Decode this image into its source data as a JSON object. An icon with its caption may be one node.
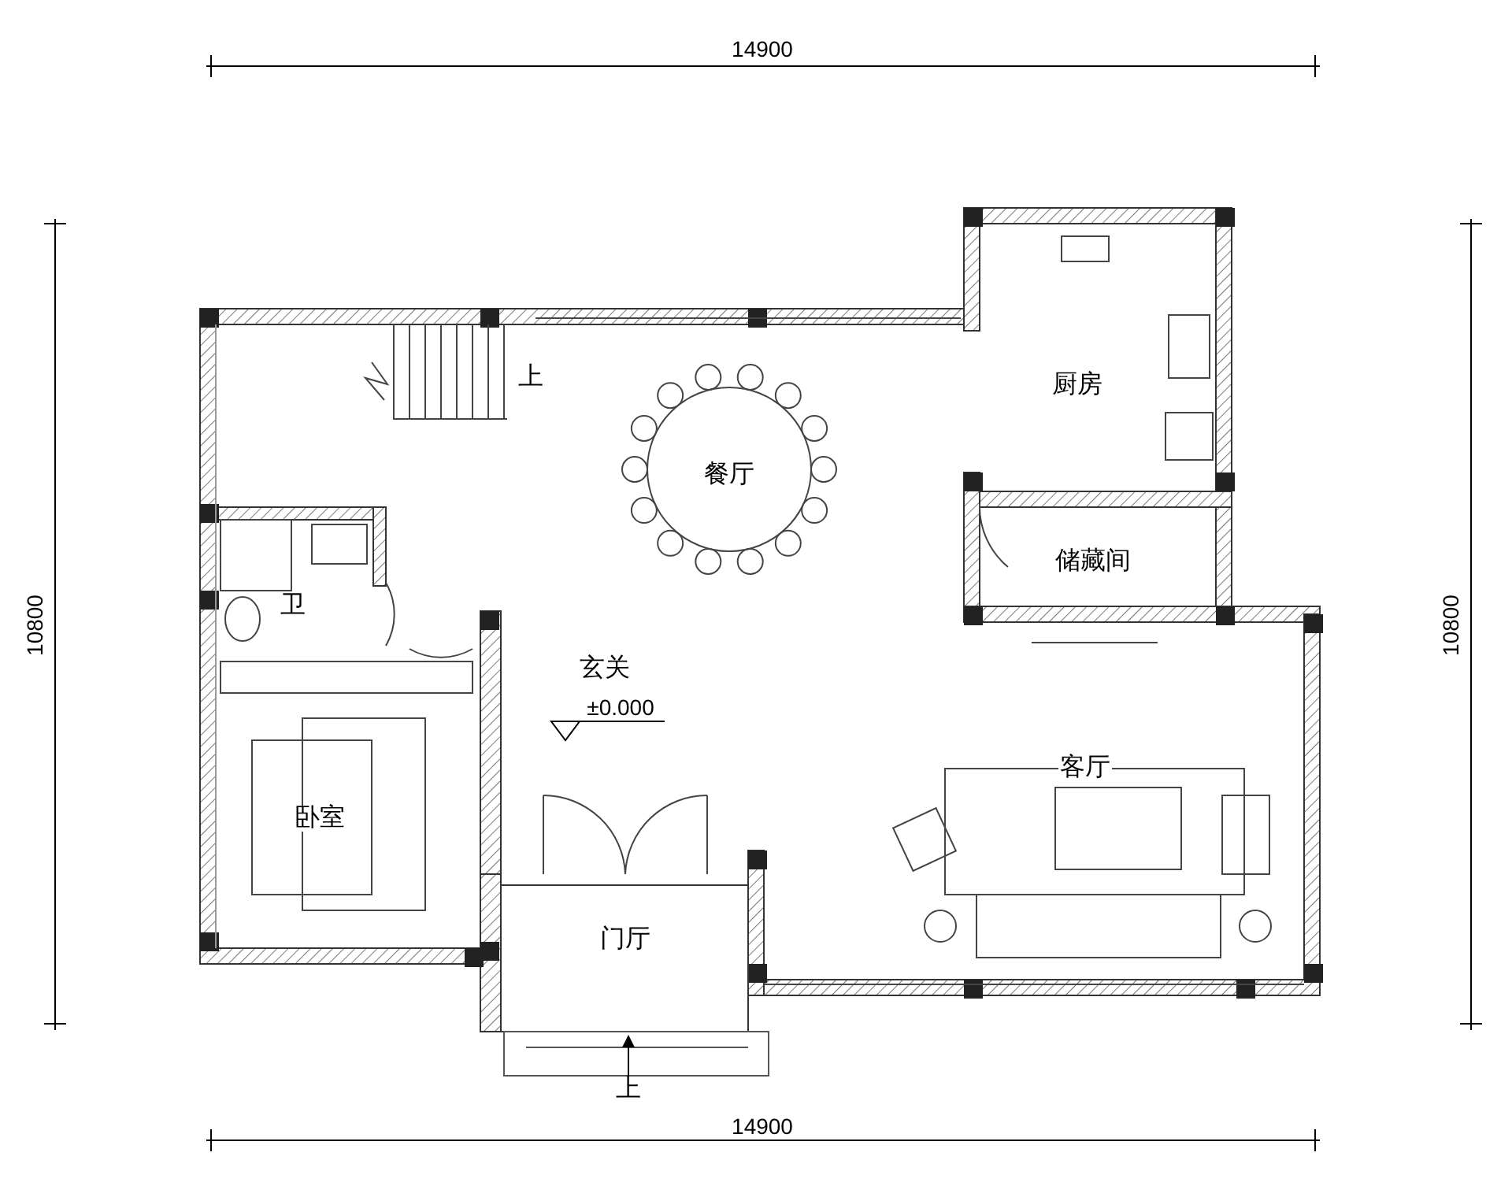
{
  "diagram": {
    "labels": [
      "14900",
      "10800",
      "10800",
      "上",
      "餐厅",
      "厨房",
      "储藏间",
      "卫",
      "玄关",
      "±0.000",
      "客厅",
      "卧室",
      "门厅",
      "上",
      "14900"
    ]
  }
}
